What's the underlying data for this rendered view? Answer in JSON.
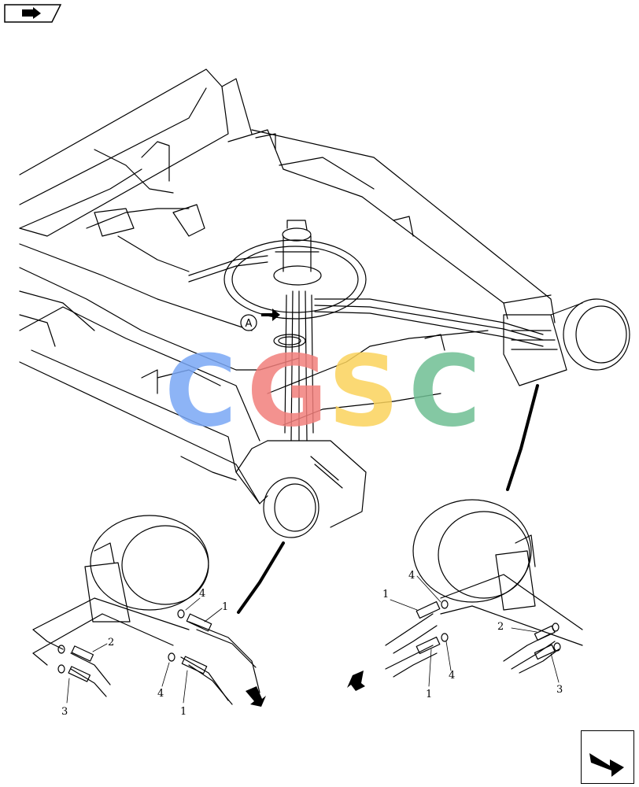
{
  "callouts": {
    "view_a": "A",
    "left_1a": "1",
    "left_1b": "1",
    "left_2": "2",
    "left_3": "3",
    "left_4a": "4",
    "left_4b": "4",
    "right_1a": "1",
    "right_1b": "1",
    "right_2": "2",
    "right_3": "3",
    "right_4a": "4",
    "right_4b": "4"
  },
  "watermark": {
    "text": "CGSC",
    "colors": [
      "#7aa7f5",
      "#f27f7c",
      "#fbd35c",
      "#6fbf93"
    ]
  },
  "nav": {
    "prev_icon": "previous-page-arrow-icon",
    "next_icon": "next-page-arrow-icon"
  },
  "colors": {
    "line": "#000000",
    "background": "#ffffff"
  }
}
